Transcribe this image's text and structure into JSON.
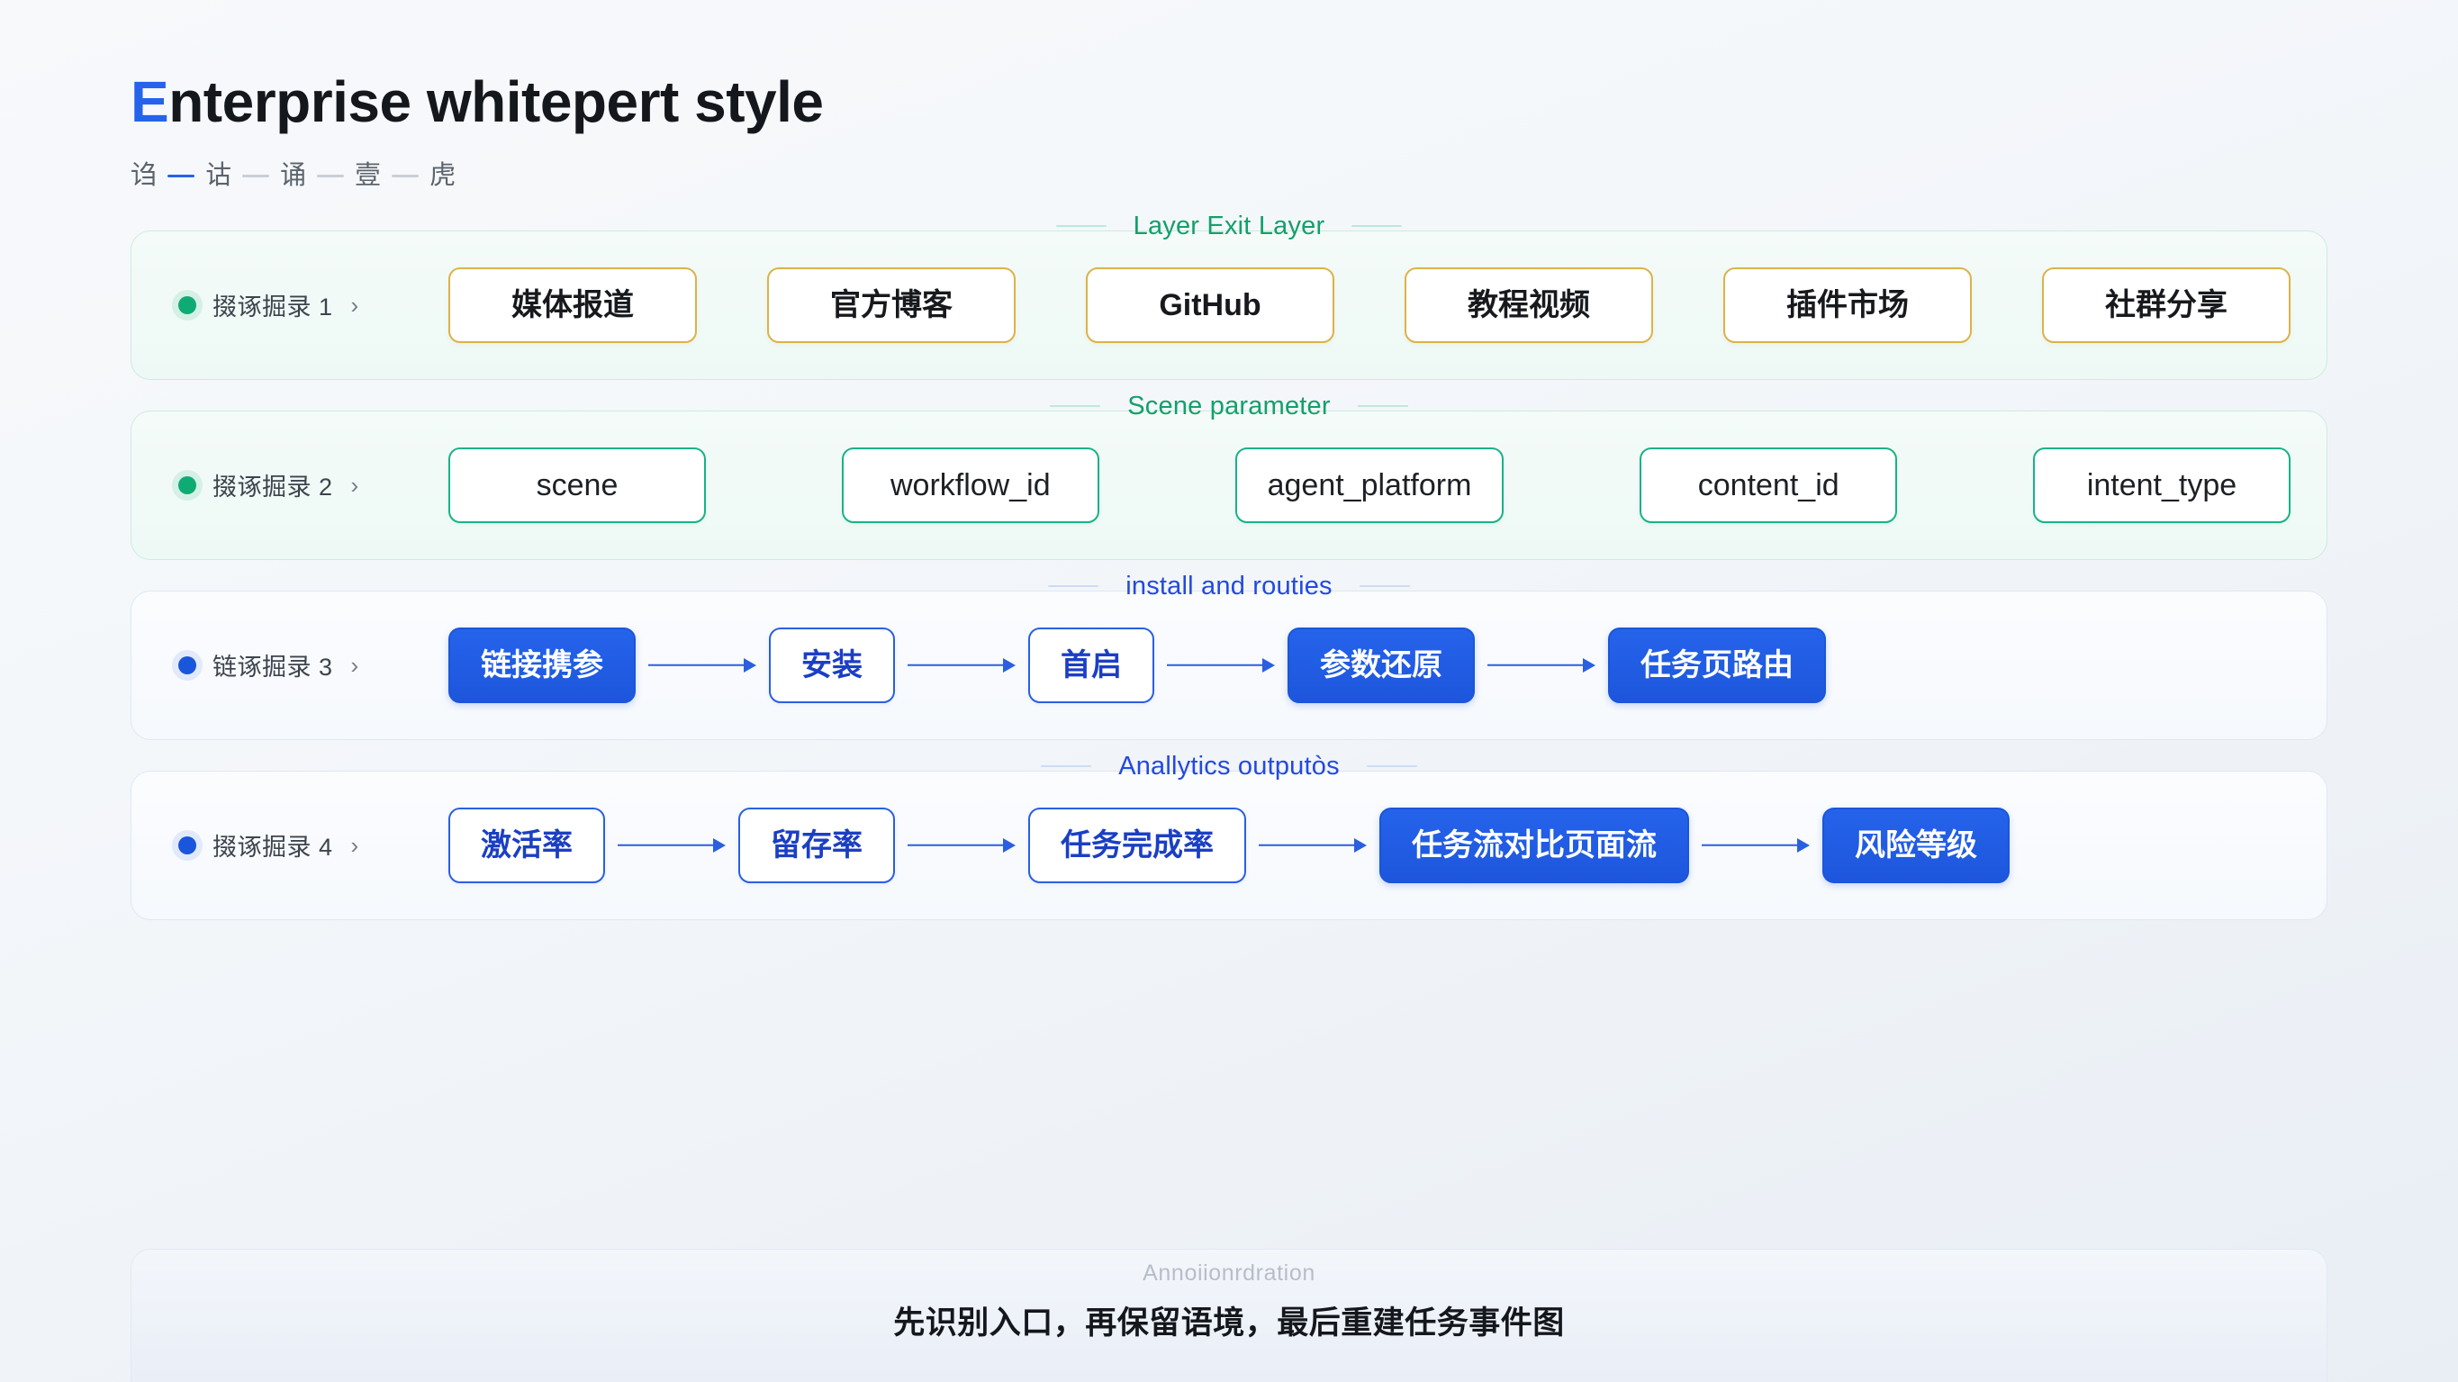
{
  "header": {
    "title_accent": "E",
    "title_rest": "nterprise whitepert style",
    "steps": [
      "诌",
      "诂",
      "诵",
      "壹",
      "虎"
    ]
  },
  "sections": [
    {
      "caption": "Layer Exit Layer",
      "tone": "green",
      "bullet": "green",
      "row_label": "掇诼掘录 1",
      "chevron": "›",
      "chip_style": "gold",
      "layout": "spread",
      "chips": [
        {
          "label": "媒体报道",
          "style": "gold"
        },
        {
          "label": "官方博客",
          "style": "gold"
        },
        {
          "label": "GitHub",
          "style": "gold"
        },
        {
          "label": "教程视频",
          "style": "gold"
        },
        {
          "label": "插件市场",
          "style": "gold"
        },
        {
          "label": "社群分享",
          "style": "gold"
        }
      ]
    },
    {
      "caption": "Scene parameter",
      "tone": "green",
      "bullet": "green",
      "row_label": "掇诼掘录 2",
      "chevron": "›",
      "chip_style": "teal",
      "layout": "spread",
      "chips": [
        {
          "label": "scene",
          "style": "teal"
        },
        {
          "label": "workflow_id",
          "style": "teal"
        },
        {
          "label": "agent_platform",
          "style": "teal"
        },
        {
          "label": "content_id",
          "style": "teal"
        },
        {
          "label": "intent_type",
          "style": "teal"
        }
      ]
    },
    {
      "caption": "install and routies",
      "tone": "blue",
      "bullet": "blue",
      "row_label": "链诼掘录 3",
      "chevron": "›",
      "chip_style": "flow",
      "layout": "flow",
      "chips": [
        {
          "label": "链接携参",
          "style": "blue-fill"
        },
        {
          "label": "安装",
          "style": "blue-outline"
        },
        {
          "label": "首启",
          "style": "blue-outline"
        },
        {
          "label": "参数还原",
          "style": "blue-fill"
        },
        {
          "label": "任务页路由",
          "style": "blue-fill"
        }
      ]
    },
    {
      "caption": "Anallytics outputòs",
      "tone": "blue",
      "bullet": "blue",
      "row_label": "掇诼掘录 4",
      "chevron": "›",
      "chip_style": "flow",
      "layout": "flow",
      "chips": [
        {
          "label": "激活率",
          "style": "blue-outline"
        },
        {
          "label": "留存率",
          "style": "blue-outline"
        },
        {
          "label": "任务完成率",
          "style": "blue-outline"
        },
        {
          "label": "任务流对比页面流",
          "style": "blue-fill"
        },
        {
          "label": "风险等级",
          "style": "blue-fill"
        }
      ]
    }
  ],
  "footer": {
    "caption": "Annoiionrdration",
    "text": "先识别入口，再保留语境，最后重建任务事件图"
  },
  "colors": {
    "accent_blue": "#2563eb",
    "green": "#13a06a",
    "gold": "#dcb24a",
    "teal": "#19b288",
    "flow_blue": "#2a5fe0"
  }
}
